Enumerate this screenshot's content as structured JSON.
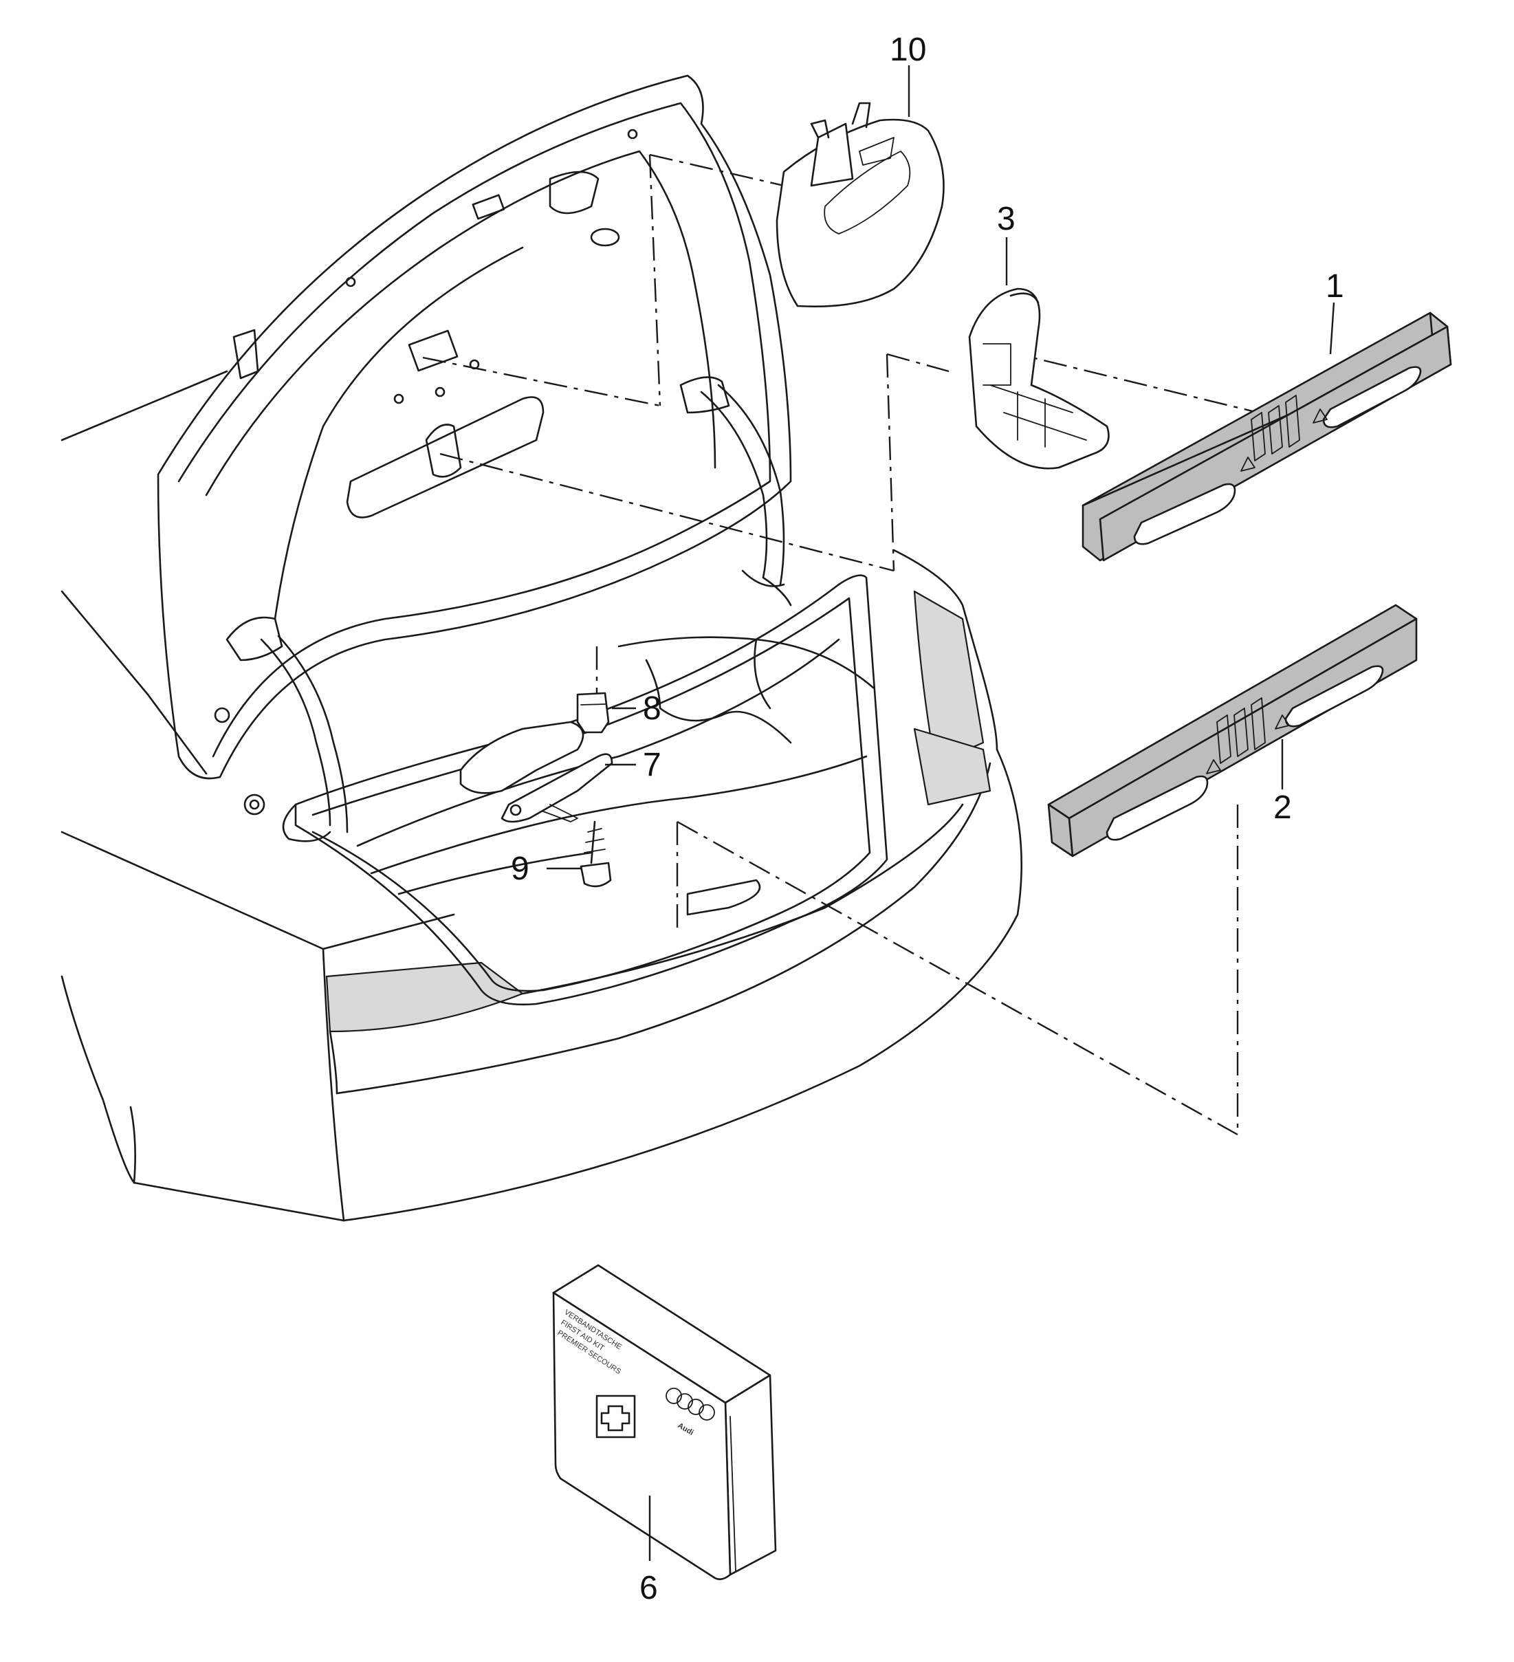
{
  "callouts": {
    "c1": "1",
    "c2": "2",
    "c3": "3",
    "c6": "6",
    "c7": "7",
    "c8": "8",
    "c9": "9",
    "c10": "10"
  },
  "first_aid_kit": {
    "label_line1": "VERBANDTASCHE",
    "label_line2": "FIRST AID KIT",
    "label_line3": "PREMIER SECOURS",
    "brand": "Audi"
  },
  "colors": {
    "line": "#1a1a1a",
    "part_fill": "#bdbdbd",
    "background": "#ffffff"
  }
}
